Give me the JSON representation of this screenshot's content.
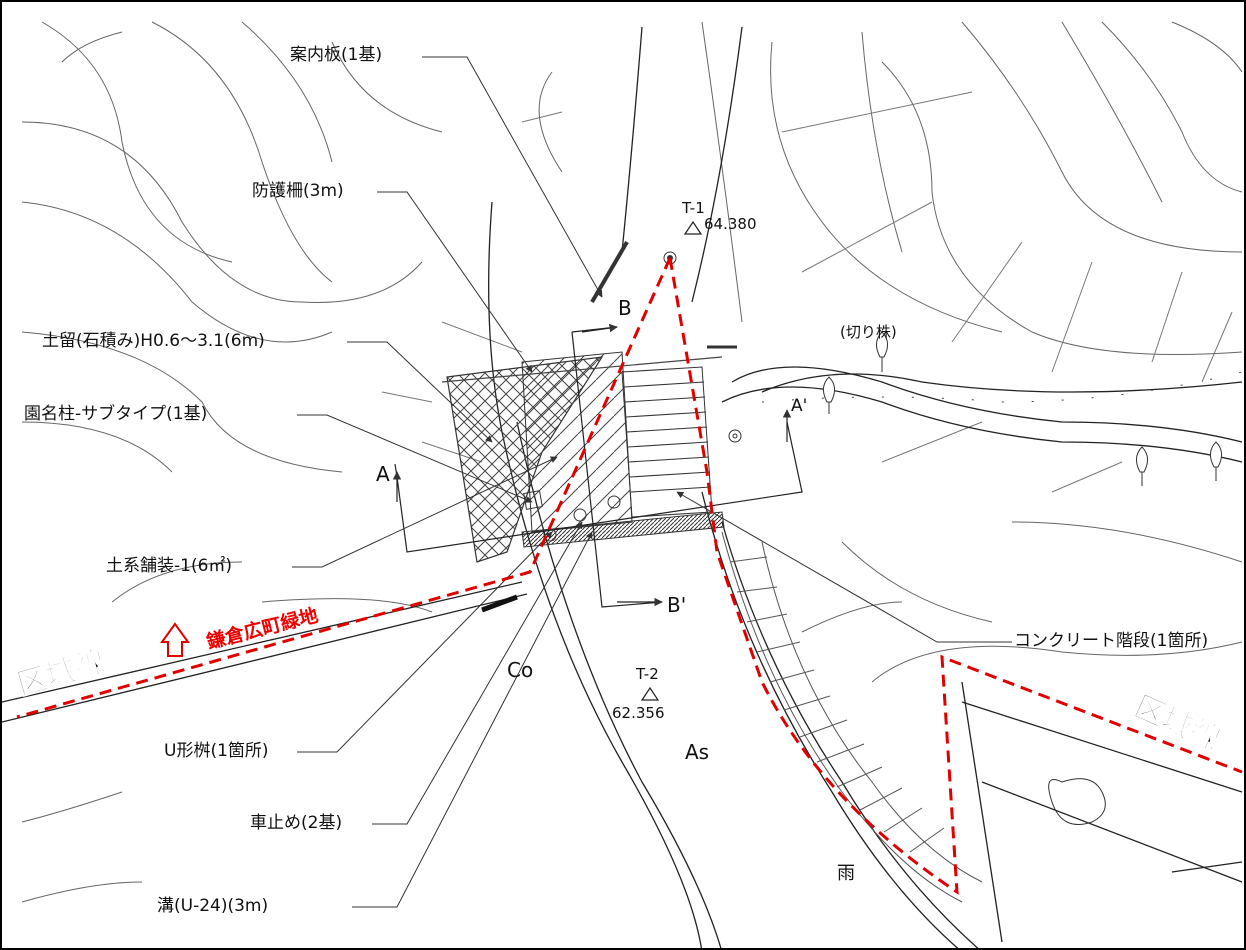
{
  "labels": {
    "sign_board": "案内板(1基)",
    "guard_fence": "防護柵(3m)",
    "retaining_wall": "土留(石積み)H0.6～3.1(6m)",
    "name_post": "園名柱-サブタイプ(1基)",
    "earth_paving": "土系舗装-1(6㎡)",
    "u_drain": "U形桝(1箇所)",
    "car_stop": "車止め(2基)",
    "gutter": "溝(U-24)(3m)",
    "concrete_stairs": "コンクリート階段(1箇所)",
    "stump": "(切り株)"
  },
  "section_marks": {
    "a": "A",
    "a_prime": "A'",
    "b": "B",
    "b_prime": "B'"
  },
  "survey_points": {
    "t1_name": "T-1",
    "t1_value": "64.380",
    "t2_name": "T-2",
    "t2_value": "62.356"
  },
  "surface_codes": {
    "co": "Co",
    "as": "As",
    "rain": "雨"
  },
  "boundary": {
    "left_label": "区域線",
    "right_label": "区域線",
    "greenspace_label": "鎌倉広町緑地",
    "line_color": "#e00000"
  }
}
